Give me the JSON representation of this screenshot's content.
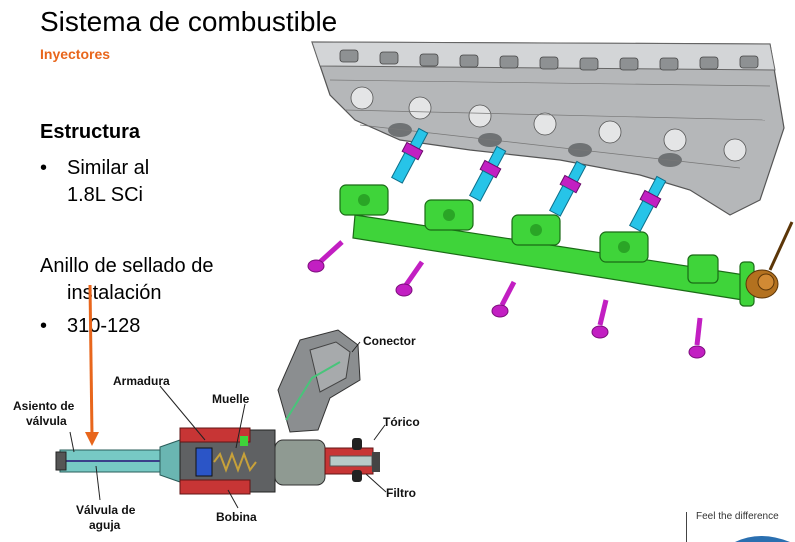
{
  "slide": {
    "title": "Sistema de combustible",
    "subtitle": "Inyectores",
    "section_heading": "Estructura",
    "bullet1_line1": "Similar al",
    "bullet1_line2": "1.8L SCi",
    "paragraph_line1": "Anillo de sellado de",
    "paragraph_line2": "instalación",
    "bullet2": "310-128",
    "bullet_char": "•"
  },
  "diagram_labels": {
    "conector": "Conector",
    "armadura": "Armadura",
    "muelle": "Muelle",
    "asiento1": "Asiento de",
    "asiento2": "válvula",
    "torico": "Tórico",
    "filtro": "Filtro",
    "valvula1": "Válvula de",
    "valvula2": "aguja",
    "bobina": "Bobina"
  },
  "footer": {
    "tagline": "Feel the difference"
  },
  "colors": {
    "accent_orange": "#e8661c",
    "fuel_rail_green": "#3fd43a",
    "injector_blue": "#27c4e8",
    "bolt_magenta": "#c21fc2",
    "engine_gray": "#b5b7b9"
  }
}
